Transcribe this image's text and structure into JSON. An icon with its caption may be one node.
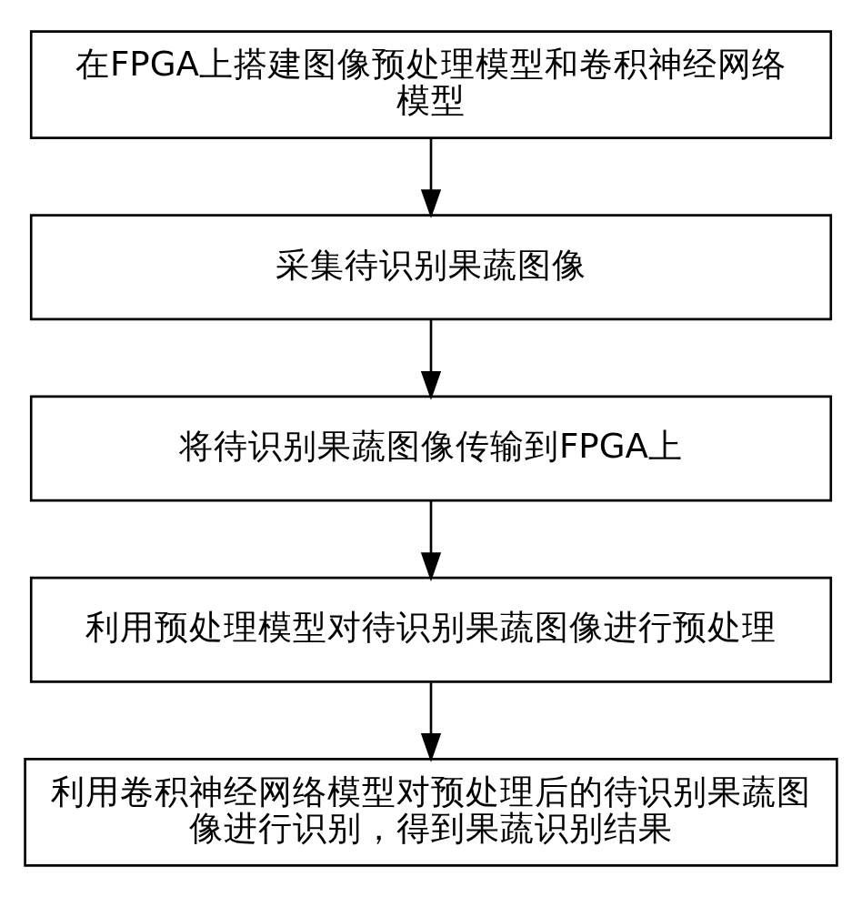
{
  "diagram": {
    "nodes": [
      {
        "text": [
          "在FPGA上搭建图像预处理模型和卷积神经网络模型"
        ]
      },
      {
        "text": [
          "采集待识别果蔬图像"
        ]
      },
      {
        "text": [
          "将待识别果蔬图像传输到FPGA上"
        ]
      },
      {
        "text": [
          "利用预处理模型对待识别果蔬图像进行预处理"
        ]
      },
      {
        "text": [
          "利用卷积神经网络模型对预处理后的待识别果蔬图像进行识别，得到果蔬识别结果"
        ]
      }
    ],
    "edges": [
      {
        "from": 0,
        "to": 1,
        "arrow": "to"
      },
      {
        "from": 1,
        "to": 2,
        "arrow": "to"
      },
      {
        "from": 2,
        "to": 3,
        "arrow": "to"
      },
      {
        "from": 3,
        "to": 4,
        "arrow": "to"
      }
    ]
  }
}
